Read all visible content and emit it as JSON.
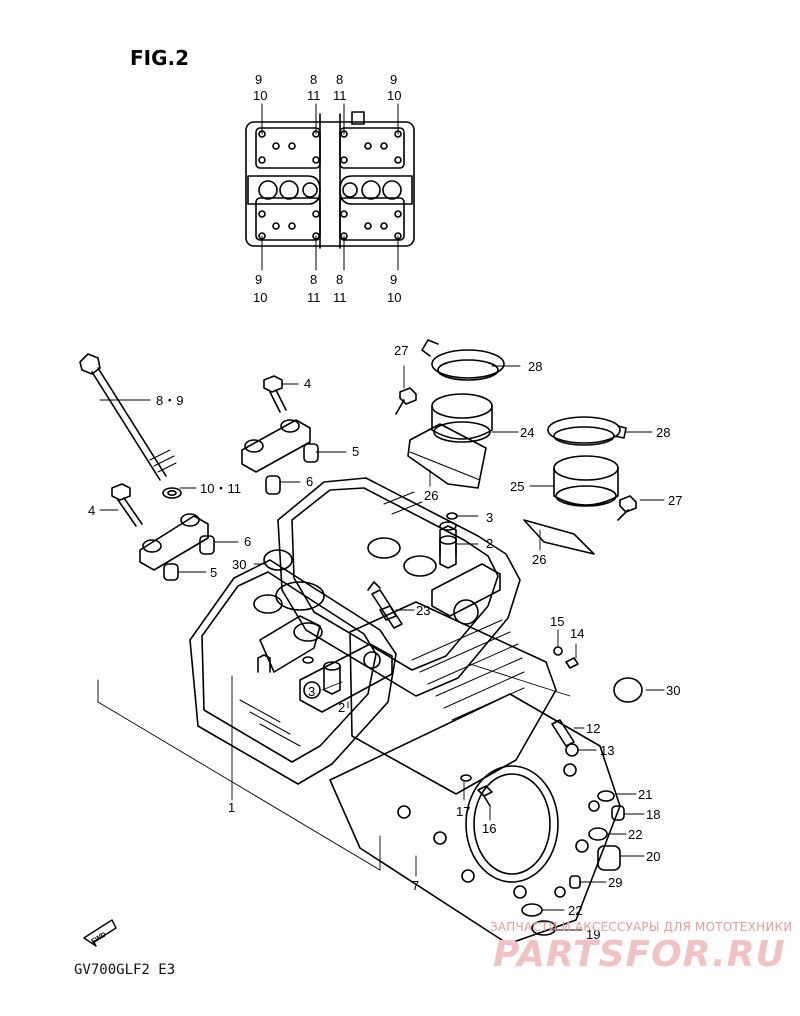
{
  "figure": {
    "title": "FIG.2",
    "model_code": "GV700GLF2 E3",
    "fwd_label": "FWD"
  },
  "watermark": {
    "line1": "ЗАПЧАСТИ И АКСЕССУАРЫ ДЛЯ МОТОТЕХНИКИ",
    "line2": "PARTSFOR.RU"
  },
  "inset_labels": {
    "top": [
      "9",
      "10",
      "8",
      "11",
      "8",
      "11",
      "9",
      "10"
    ],
    "bottom": [
      "9",
      "10",
      "8",
      "11",
      "8",
      "11",
      "9",
      "10"
    ]
  },
  "callouts": {
    "c1": "1",
    "c2a": "2",
    "c2b": "2",
    "c3a": "3",
    "c3b": "3",
    "c4a": "4",
    "c4b": "4",
    "c5a": "5",
    "c5b": "5",
    "c6a": "6",
    "c6b": "6",
    "c7": "7",
    "c89": "8・9",
    "c1011": "10・11",
    "c12": "12",
    "c13": "13",
    "c14": "14",
    "c15": "15",
    "c16": "16",
    "c17": "17",
    "c18": "18",
    "c19": "19",
    "c20": "20",
    "c21": "21",
    "c22a": "22",
    "c22b": "22",
    "c23": "23",
    "c24": "24",
    "c25": "25",
    "c26a": "26",
    "c26b": "26",
    "c27a": "27",
    "c27b": "27",
    "c28a": "28",
    "c28b": "28",
    "c29": "29",
    "c30a": "30",
    "c30b": "30"
  },
  "colors": {
    "ink": "#000000",
    "watermark_red": "#e99a9a",
    "watermark_pink": "#f2c1c1"
  }
}
